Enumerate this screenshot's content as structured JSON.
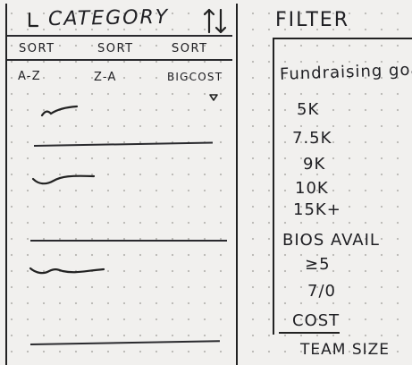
{
  "header": {
    "back_icon": "chevron-left-icon",
    "title": "CATEGORY",
    "sort_toggle_icon": "swap-vertical-icon"
  },
  "sort_tabs": [
    {
      "label": "SORT",
      "value": "A-Z"
    },
    {
      "label": "SORT",
      "value": "Z-A"
    },
    {
      "label": "SORT",
      "value": "BIGCOST"
    }
  ],
  "sort_dropdown_icon": "caret-down-icon",
  "list_items": [
    {
      "name": "placeholder-line"
    },
    {
      "name": "placeholder-line"
    },
    {
      "name": "placeholder-line"
    }
  ],
  "filter": {
    "title": "FILTER",
    "fundraising_goal": {
      "label": "Fundraising goal",
      "options": [
        "5K",
        "7.5K",
        "9K",
        "10K",
        "15K+"
      ]
    },
    "bios_available": {
      "label": "BIOS AVAIL",
      "options": [
        "≥5",
        "7/0"
      ]
    },
    "cost": {
      "label": "COST"
    },
    "team_size": {
      "label": "TEAM SIZE"
    }
  }
}
